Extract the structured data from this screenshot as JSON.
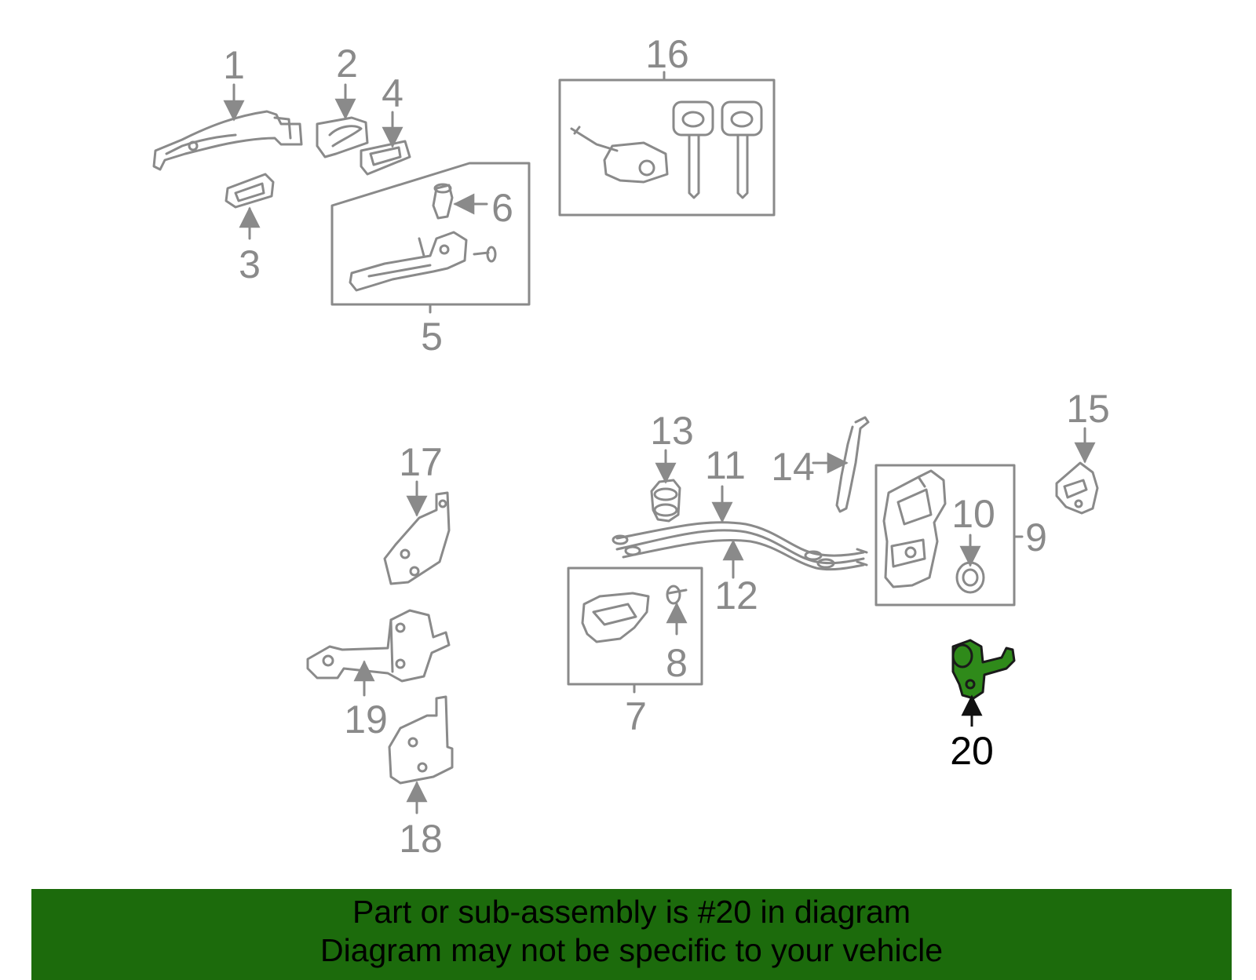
{
  "colors": {
    "part_line": "#8a8a8a",
    "highlight_fill": "#2f8a1a",
    "highlight_line": "#1a1a1a",
    "banner_bg": "#1c6b0c",
    "banner_text": "#000000"
  },
  "callouts": [
    {
      "id": "1",
      "label": "1"
    },
    {
      "id": "2",
      "label": "2"
    },
    {
      "id": "3",
      "label": "3"
    },
    {
      "id": "4",
      "label": "4"
    },
    {
      "id": "5",
      "label": "5"
    },
    {
      "id": "6",
      "label": "6"
    },
    {
      "id": "7",
      "label": "7"
    },
    {
      "id": "8",
      "label": "8"
    },
    {
      "id": "9",
      "label": "9"
    },
    {
      "id": "10",
      "label": "10"
    },
    {
      "id": "11",
      "label": "11"
    },
    {
      "id": "12",
      "label": "12"
    },
    {
      "id": "13",
      "label": "13"
    },
    {
      "id": "14",
      "label": "14"
    },
    {
      "id": "15",
      "label": "15"
    },
    {
      "id": "16",
      "label": "16"
    },
    {
      "id": "17",
      "label": "17"
    },
    {
      "id": "18",
      "label": "18"
    },
    {
      "id": "19",
      "label": "19"
    },
    {
      "id": "20",
      "label": "20",
      "highlighted": true
    }
  ],
  "banner": {
    "line1": "Part or sub-assembly is #20 in diagram",
    "line2": "Diagram may not be specific to your vehicle"
  }
}
